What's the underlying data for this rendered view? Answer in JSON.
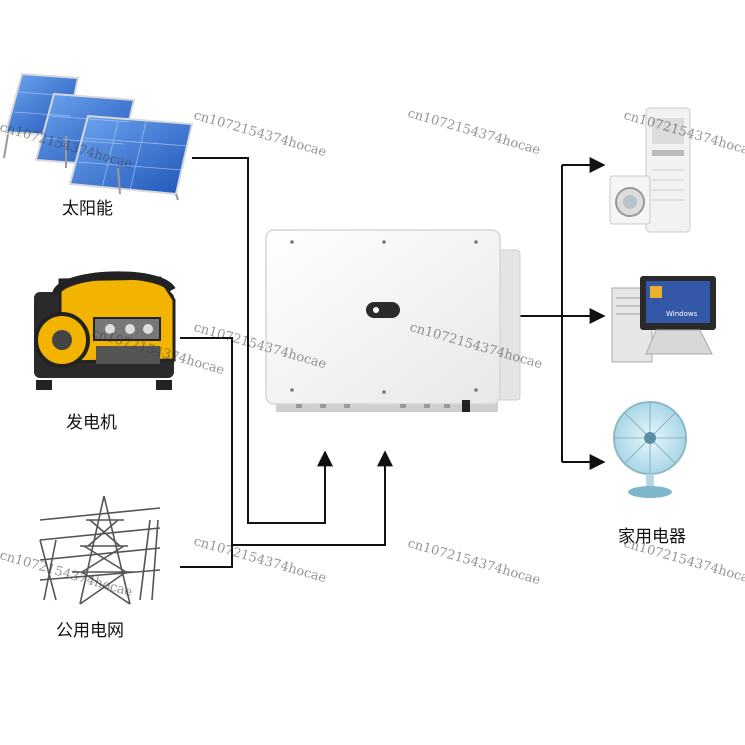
{
  "sources": [
    {
      "id": "solar",
      "label": "太阳能",
      "icon": "solar-panel-icon"
    },
    {
      "id": "generator",
      "label": "发电机",
      "icon": "generator-icon"
    },
    {
      "id": "grid",
      "label": "公用电网",
      "icon": "power-tower-icon"
    }
  ],
  "hub": {
    "icon": "inverter-icon"
  },
  "loads": {
    "label": "家用电器",
    "items": [
      {
        "id": "air-conditioner",
        "icon": "air-conditioner-icon"
      },
      {
        "id": "computer",
        "icon": "computer-icon"
      },
      {
        "id": "fan",
        "icon": "fan-icon"
      }
    ]
  },
  "watermark": "cn1072154374hocae",
  "screen_text": "Windows",
  "colors": {
    "line": "#111111",
    "inverter_body": "#f7f7f7",
    "generator": "#f2b400",
    "solar": "#2f6fd0"
  }
}
